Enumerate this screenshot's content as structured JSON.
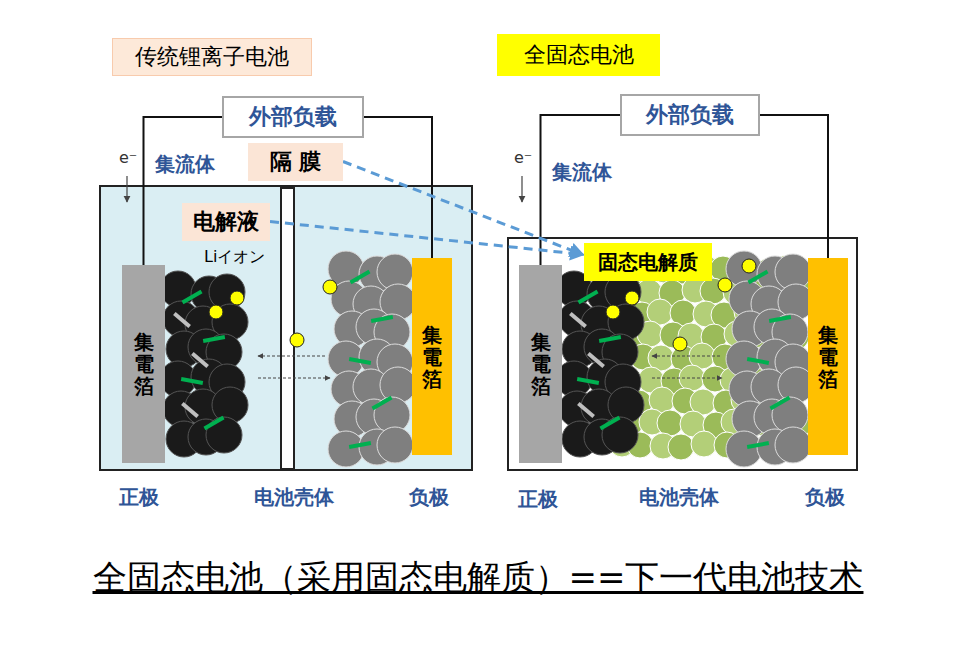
{
  "diagram": {
    "caption": "全固态电池（采用固态电解质）==下一代电池技术",
    "nodes": [
      {
        "text": [
          "传统锂离子电池"
        ]
      },
      {
        "text": [
          "外部负载"
        ]
      },
      {
        "text": [
          "隔 膜"
        ]
      },
      {
        "text": [
          "电解液"
        ]
      },
      {
        "text": [
          "集電箔"
        ]
      },
      {
        "text": [
          "集電箔"
        ]
      },
      {
        "text": [
          "全固态电池"
        ]
      },
      {
        "text": [
          "外部负载"
        ]
      },
      {
        "text": [
          "固态电解质"
        ]
      },
      {
        "text": [
          "集電箔"
        ]
      },
      {
        "text": [
          "集電箔"
        ]
      }
    ],
    "edges": [
      {
        "from": 1,
        "to": 4,
        "arrow": "none"
      },
      {
        "from": 1,
        "to": 5,
        "arrow": "none"
      },
      {
        "from": 7,
        "to": 9,
        "arrow": "none"
      },
      {
        "from": 7,
        "to": 10,
        "arrow": "none"
      },
      {
        "from": 2,
        "to": 8,
        "arrow": "to"
      },
      {
        "from": 3,
        "to": 8,
        "arrow": "to"
      }
    ],
    "labels": [
      "e⁻",
      "集流体",
      "Liイオン",
      "正极",
      "电池壳体",
      "负极",
      "e⁻",
      "集流体",
      "正极",
      "电池壳体",
      "负极"
    ]
  }
}
